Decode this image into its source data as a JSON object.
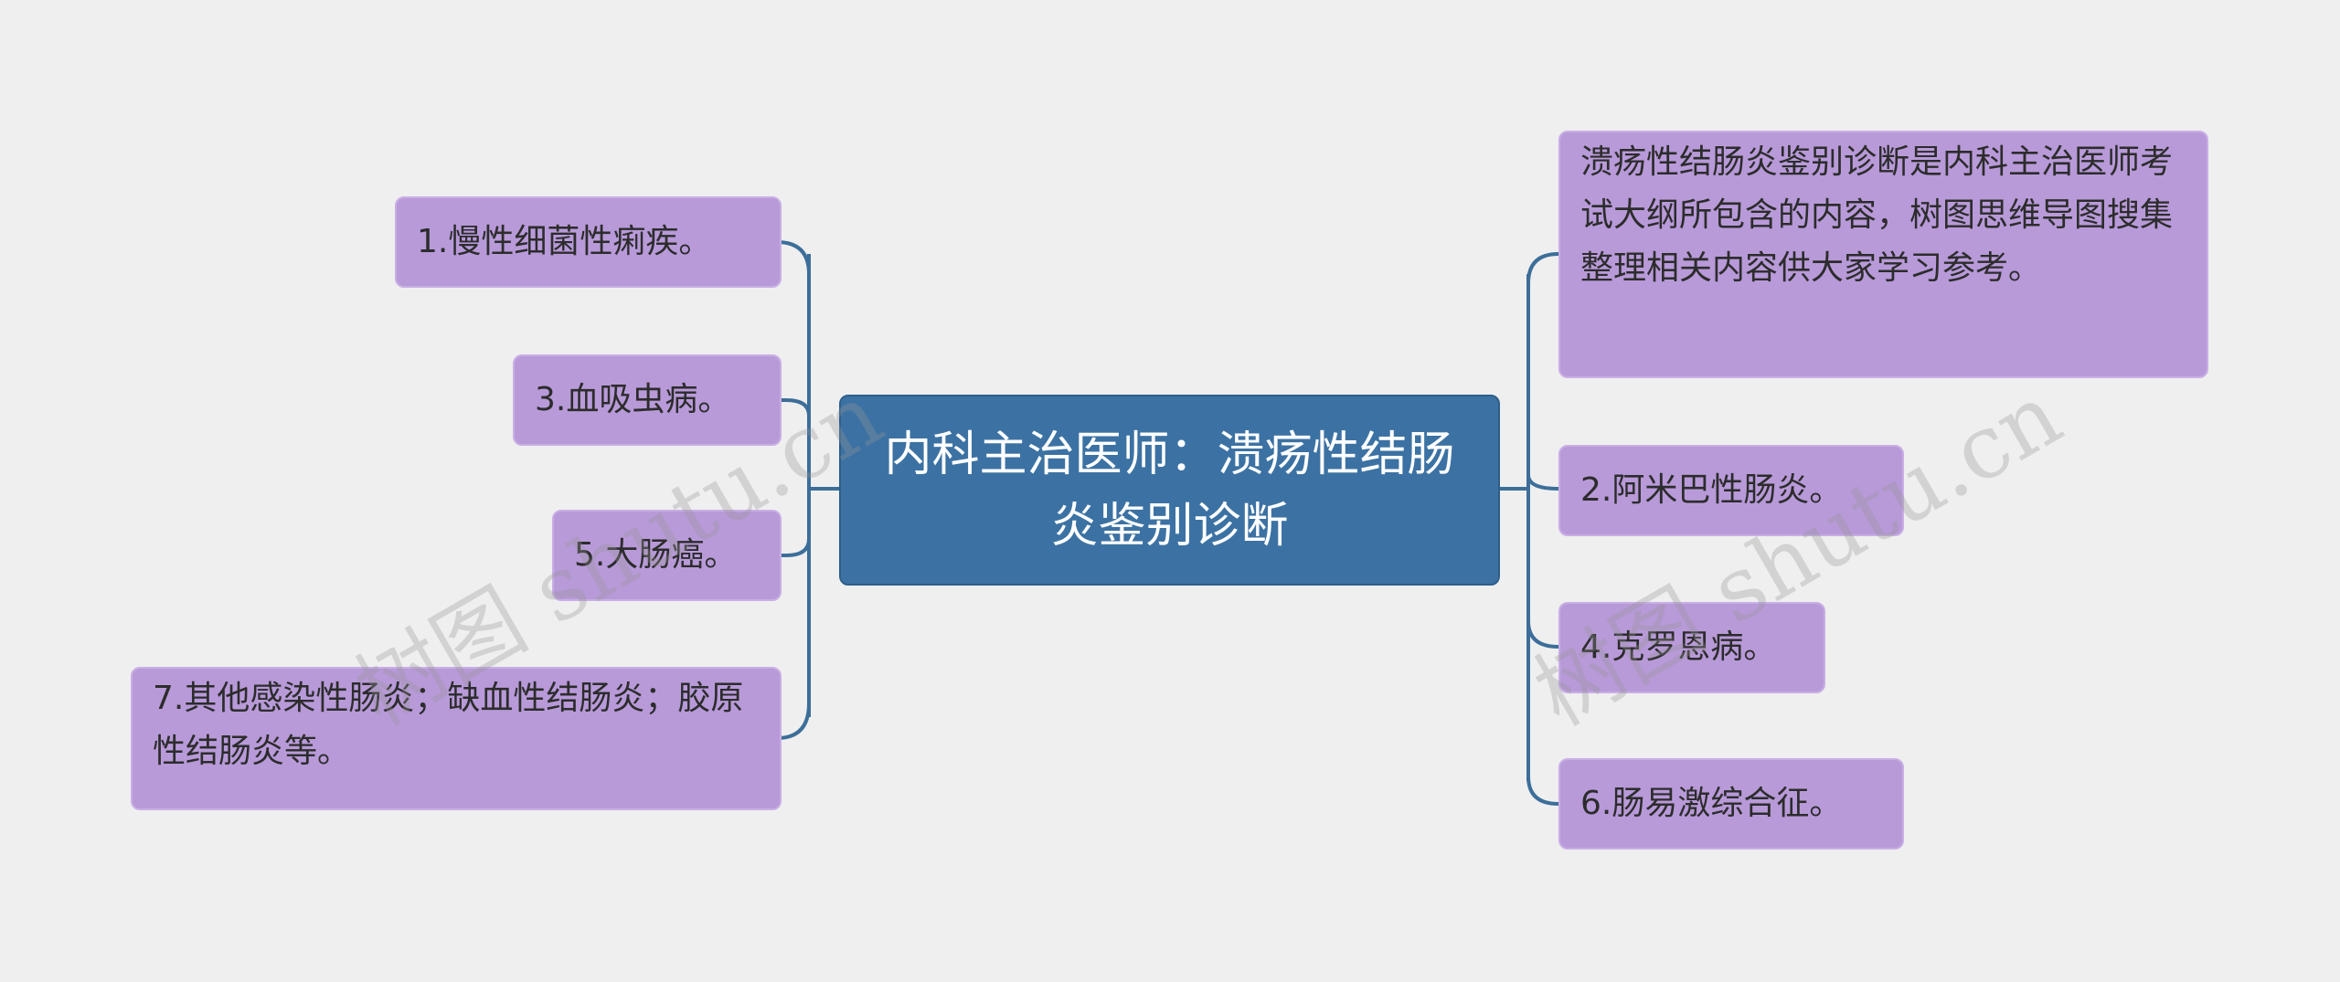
{
  "center": {
    "text": "内科主治医师：溃疡性结肠炎鉴别诊断"
  },
  "left_nodes": [
    {
      "text": "1.慢性细菌性痢疾。"
    },
    {
      "text": "3.血吸虫病。"
    },
    {
      "text": "5.大肠癌。"
    },
    {
      "text": "7.其他感染性肠炎；缺血性结肠炎；胶原性结肠炎等。"
    }
  ],
  "right_nodes": [
    {
      "text": "溃疡性结肠炎鉴别诊断是内科主治医师考试大纲所包含的内容，树图思维导图搜集整理相关内容供大家学习参考。"
    },
    {
      "text": "2.阿米巴性肠炎。"
    },
    {
      "text": "4.克罗恩病。"
    },
    {
      "text": "6.肠易激综合征。"
    }
  ],
  "watermarks": [
    "树图 shutu.cn",
    "树图 shutu.cn"
  ],
  "colors": {
    "background": "#efefef",
    "center_fill": "#3c72a3",
    "leaf_fill": "#b89ad9",
    "connector": "#3c6e99"
  }
}
